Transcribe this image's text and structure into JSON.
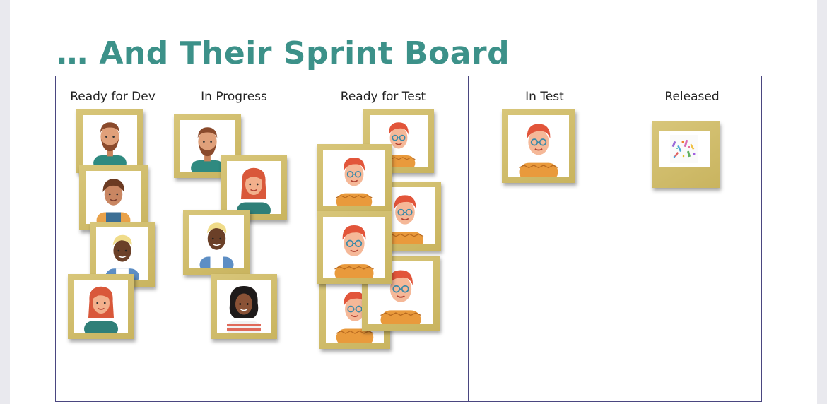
{
  "title": "… And Their Sprint Board",
  "columns": [
    {
      "label": "Ready for Dev"
    },
    {
      "label": "In Progress"
    },
    {
      "label": "Ready for Test"
    },
    {
      "label": "In Test"
    },
    {
      "label": "Released"
    }
  ],
  "icons": {
    "avatar_types": [
      "bearded-man-avatar",
      "curly-woman-avatar",
      "blond-man-avatar",
      "red-haired-woman-avatar",
      "curly-black-woman-avatar",
      "red-haired-glasses-man-avatar",
      "confetti-icon"
    ]
  },
  "colors": {
    "title": "#3c9189",
    "board_border": "#4a4680",
    "sticky_note": "#d3c070"
  }
}
